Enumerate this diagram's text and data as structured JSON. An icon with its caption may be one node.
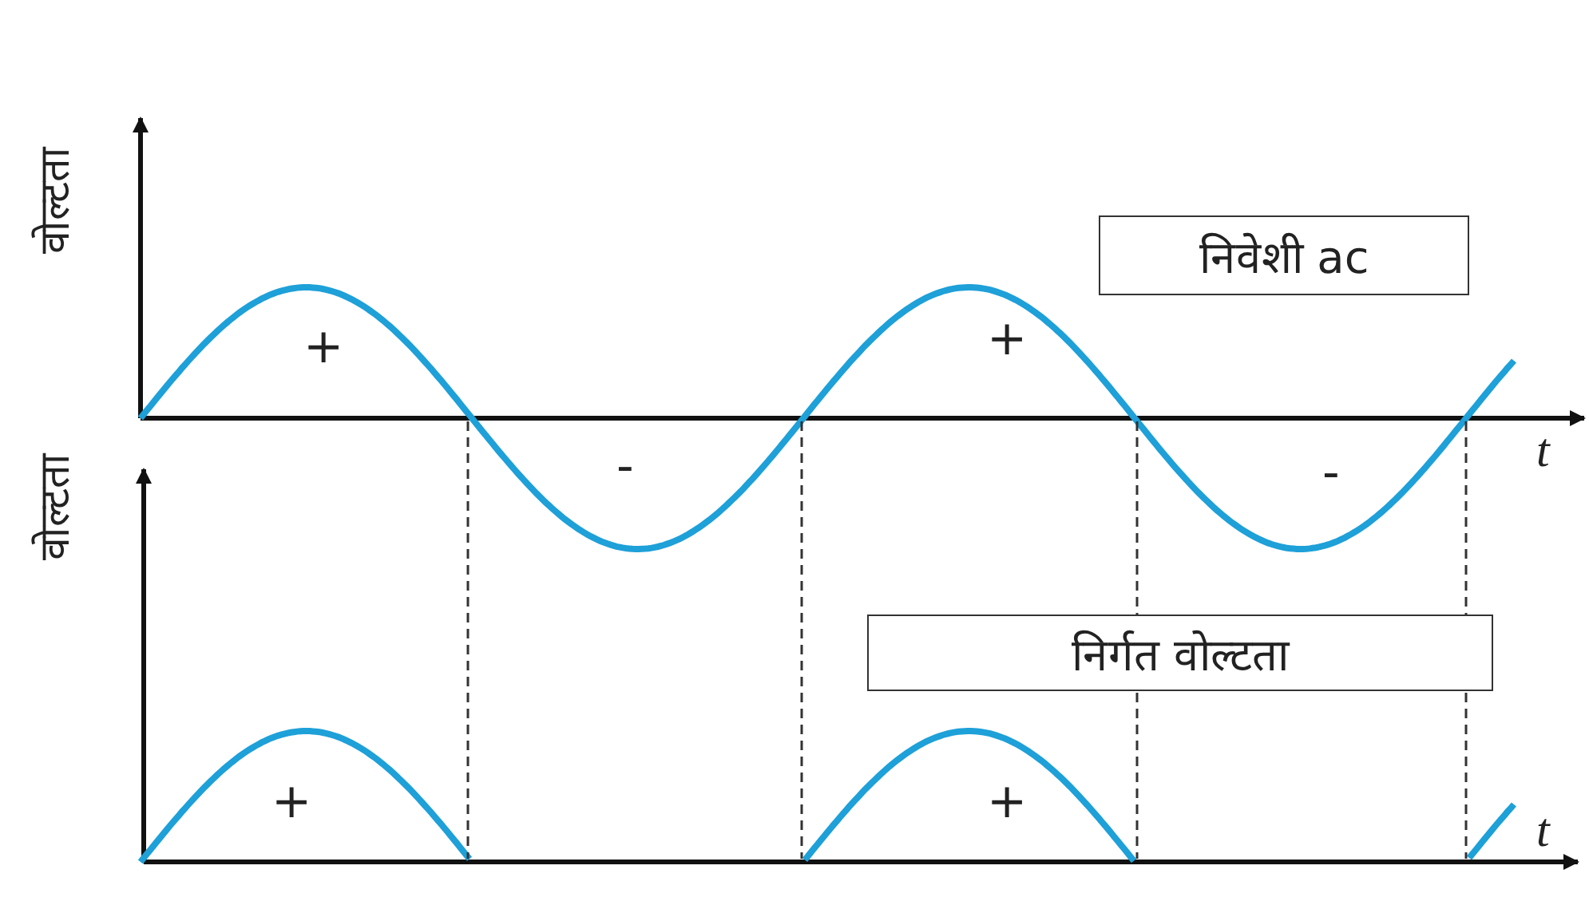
{
  "diagram": {
    "nodes": [
      {
        "text": [
          "निवेशी ac"
        ]
      },
      {
        "text": [
          "निर्गत वोल्टता"
        ]
      }
    ],
    "labels": [
      "वोल्टता",
      "+",
      "+",
      "t",
      "-",
      "-",
      "वोल्टता",
      "+",
      "+",
      "t"
    ]
  }
}
